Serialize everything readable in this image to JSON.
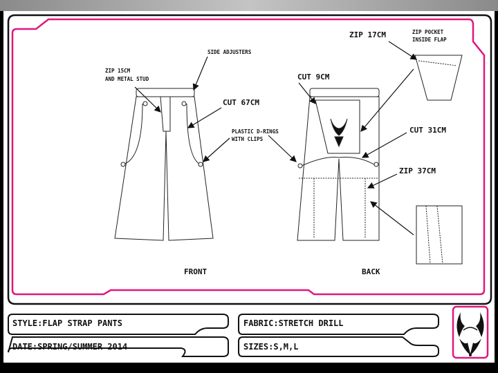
{
  "sheet": {
    "accent_color": "#e0177f",
    "frame_color": "#111111",
    "views": {
      "front": "FRONT",
      "back": "BACK"
    },
    "callouts": {
      "side_adjusters": "SIDE ADJUSTERS",
      "zip_15_line1": "ZIP 15CM",
      "zip_15_line2": "AND METAL STUD",
      "cut_67": "CUT 67CM",
      "d_rings_line1": "PLASTIC D-RINGS",
      "d_rings_line2": "WITH CLIPS",
      "cut_9": "CUT 9CM",
      "zip_17": "ZIP 17CM",
      "zip_pocket_line1": "ZIP POCKET",
      "zip_pocket_line2": "INSIDE FLAP",
      "cut_31": "CUT 31CM",
      "zip_37": "ZIP 37CM"
    }
  },
  "info": {
    "style": "STYLE:FLAP STRAP PANTS",
    "fabric": "FABRIC:STRETCH DRILL",
    "date": "DATE:SPRING/SUMMER 2014",
    "sizes": "SIZES:S,M,L"
  },
  "logo": {
    "icon": "horned-mask-logo"
  }
}
